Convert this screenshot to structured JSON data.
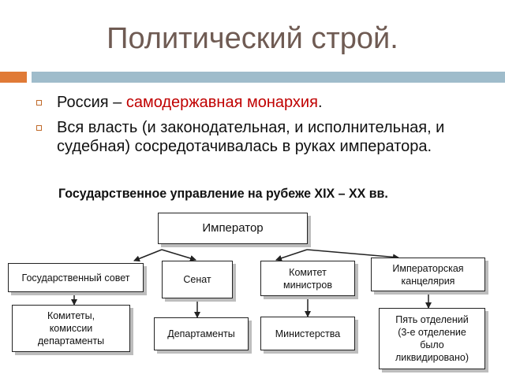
{
  "title": "Политический строй.",
  "bullets": [
    {
      "prefix": "Россия – ",
      "highlight": "самодержавная монархия",
      "suffix": "."
    },
    {
      "text": "Вся власть (и законодательная, и исполнительная, и судебная) сосредотачивалась в руках императора."
    }
  ],
  "diagram": {
    "title": "Государственное управление на рубеже XIX – XX вв.",
    "top": "Император",
    "level1": [
      "Государственный совет",
      "Сенат",
      "Комитет\nминистров",
      "Императорская\nканцелярия"
    ],
    "level2": [
      "Комитеты,\nкомиссии\nдепартаменты",
      "Департаменты",
      "Министерства",
      "Пять отделений\n(3-е отделение\nбыло\nликвидировано)"
    ]
  },
  "colors": {
    "title": "#6f5b53",
    "accent_orange": "#e07a36",
    "accent_blue": "#9fbccb",
    "highlight": "#c00000"
  }
}
